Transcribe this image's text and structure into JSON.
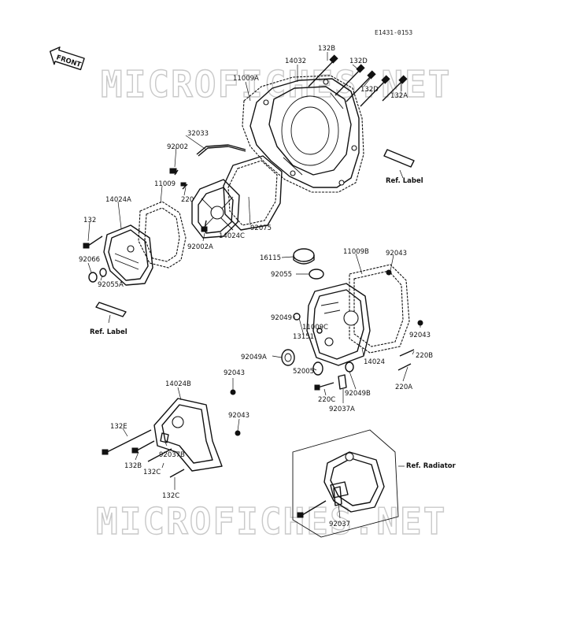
{
  "diagram_id": "E1431-0153",
  "front_label": "FRONT",
  "watermark": "MICROFICHES.NET",
  "parts": {
    "p132B": "132B",
    "p14032": "14032",
    "p132D_1": "132D",
    "p11009A": "11009A",
    "p132D_2": "132D",
    "p132A": "132A",
    "p32033": "32033",
    "p92002": "92002",
    "p11009": "11009",
    "p14024A": "14024A",
    "p220": "220",
    "p132": "132",
    "p14024C": "14024C",
    "p92075": "92075",
    "p92002A": "92002A",
    "p92066": "92066",
    "p92055A": "92055A",
    "p16115": "16115",
    "p11009B": "11009B",
    "p92043_a": "92043",
    "p92055": "92055",
    "p92049": "92049",
    "p11009C": "11009C",
    "p13151": "13151",
    "p92043_b": "92043",
    "p92049A": "92049A",
    "p220B": "220B",
    "p52005": "52005",
    "p14024": "14024",
    "p220A": "220A",
    "p92049B": "92049B",
    "p220C": "220C",
    "p92037A": "92037A",
    "p92043_c": "92043",
    "p14024B": "14024B",
    "p92043_d": "92043",
    "p132E": "132E",
    "p92037B": "92037B",
    "p132B_2": "132B",
    "p132C_1": "132C",
    "p132C_2": "132C",
    "p92037": "92037"
  },
  "refs": {
    "label_upper": "Ref. Label",
    "label_lower": "Ref. Label",
    "radiator": "Ref. Radiator"
  }
}
